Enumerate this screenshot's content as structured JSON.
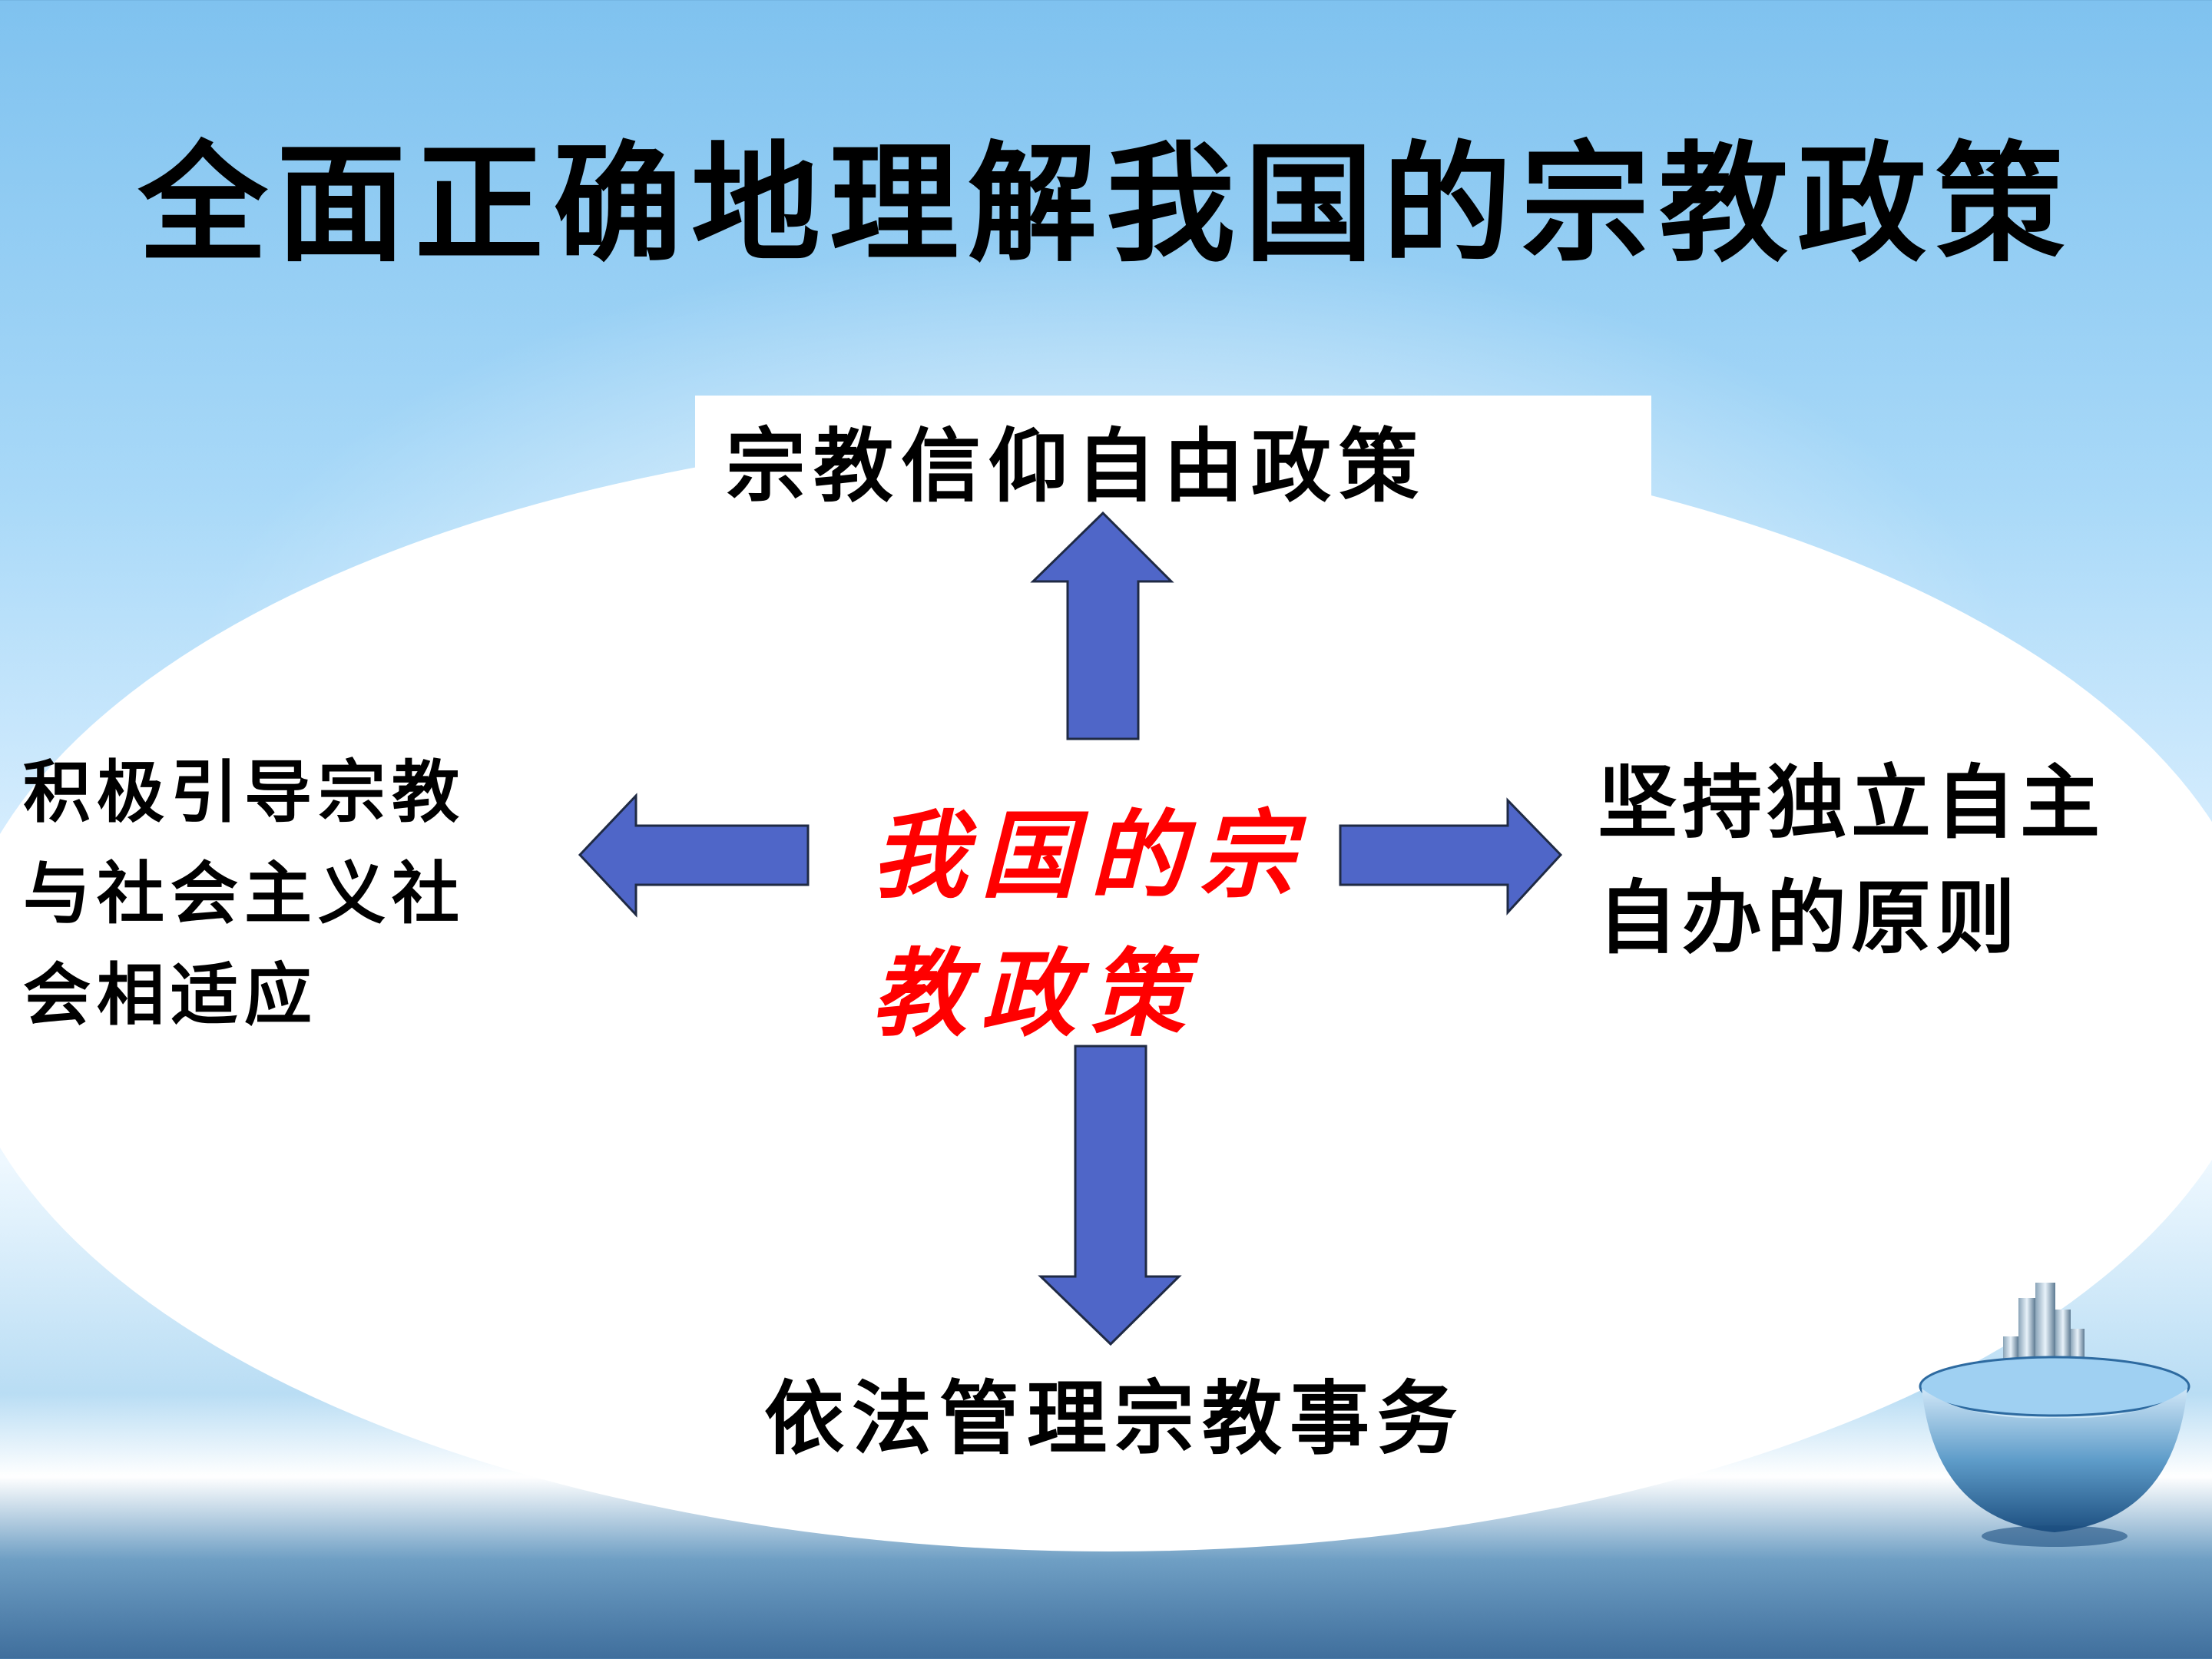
{
  "title": "全面正确地理解我国的宗教政策",
  "center": {
    "line1": "我国的宗",
    "line2": "教政策"
  },
  "nodes": {
    "top": "宗教信仰自由政策",
    "bottom": "依法管理宗教事务",
    "left": {
      "line1": "积极引导宗教",
      "line2": "与社会主义社",
      "line3": "会相适应"
    },
    "right": {
      "line1": "坚持独立自主",
      "line2": "自办的原则"
    }
  },
  "colors": {
    "arrow_fill": "#4f66c8",
    "arrow_stroke": "#1f2a44",
    "center_text": "#ff0000",
    "title_text": "#000000"
  }
}
